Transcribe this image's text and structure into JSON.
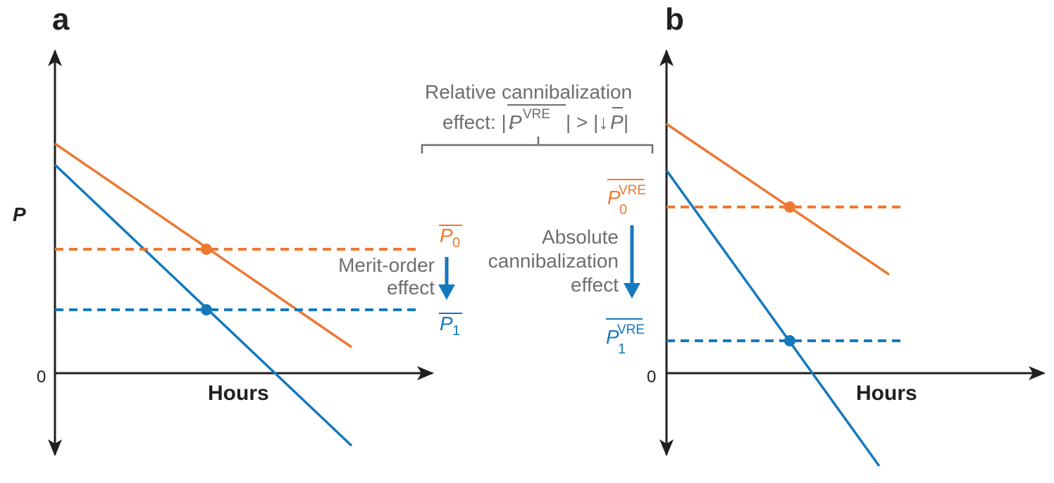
{
  "colors": {
    "orange": "#ec7932",
    "blue": "#1479bd",
    "axis": "#231f20",
    "gray": "#6d6e70"
  },
  "panels": {
    "a": {
      "letter": "a",
      "y_label": "P",
      "zero": "0",
      "x_label": "Hours"
    },
    "b": {
      "letter": "b",
      "zero": "0",
      "x_label": "Hours"
    }
  },
  "labels": {
    "p0": {
      "base": "P",
      "sub": "0"
    },
    "p1": {
      "base": "P",
      "sub": "1"
    },
    "p0_vre": {
      "base": "P",
      "sub": "0",
      "sup": "VRE"
    },
    "p1_vre": {
      "base": "P",
      "sub": "1",
      "sup": "VRE"
    }
  },
  "annotations": {
    "merit_order": [
      "Merit-order",
      "effect"
    ],
    "absolute": [
      "Absolute",
      "cannibalization",
      "effect"
    ],
    "relative": {
      "line1": "Relative cannibalization",
      "line2_prefix": "effect: |↓",
      "line2_mid": "| > |↓",
      "line2_end": "|",
      "p_base": "P",
      "p_sup": "VRE",
      "pbar": "P"
    }
  }
}
